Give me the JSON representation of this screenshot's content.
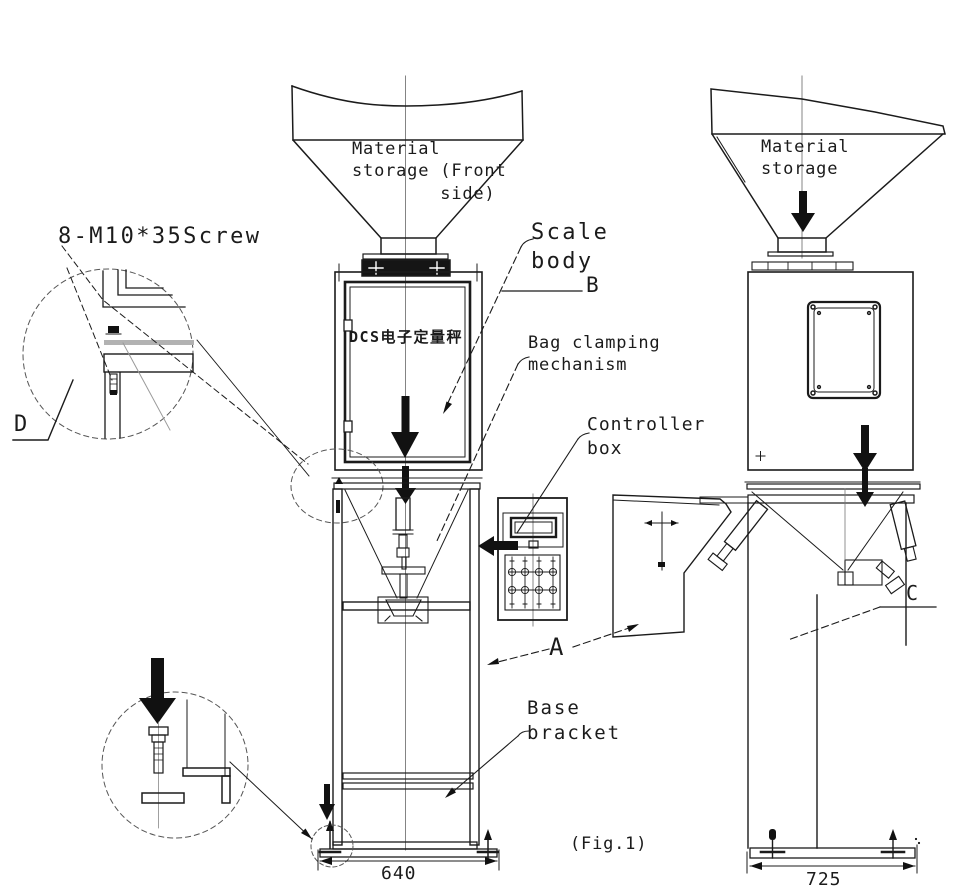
{
  "figure": {
    "caption": "(Fig.1)",
    "labels": {
      "screw": "8-M10*35Screw",
      "material_front": "Material\nstorage (Front\n        side)",
      "material_side": "Material\nstorage",
      "scale_body": "Scale\nbody",
      "bag_clamping": "Bag clamping\nmechanism",
      "controller_box": "Controller\nbox",
      "base_bracket": "Base\nbracket",
      "dcs_panel": "DCS电子定量秤"
    },
    "markers": {
      "a": "A",
      "b": "B",
      "c": "C",
      "d": "D"
    },
    "dimensions": {
      "front_width": "640",
      "side_width": "725"
    },
    "colors": {
      "line": "#1b1b1b",
      "thin": "#6e6e6e",
      "gray_band": "#b2b2b2"
    }
  }
}
